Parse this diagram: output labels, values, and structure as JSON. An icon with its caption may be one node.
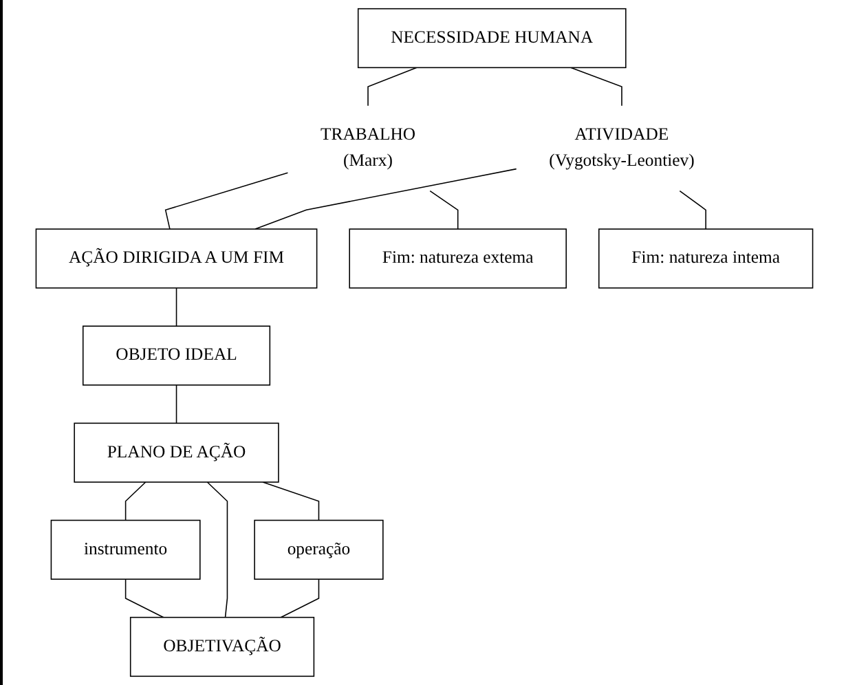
{
  "diagram": {
    "nodes": [
      {
        "text": [
          "NECESSIDADE HUMANA"
        ]
      },
      {
        "text": [
          "TRABALHO",
          "(Marx)"
        ]
      },
      {
        "text": [
          "ATIVIDADE",
          "(Vygotsky-Leontiev)"
        ]
      },
      {
        "text": [
          "AÇÃO DIRIGIDA A UM FIM"
        ]
      },
      {
        "text": [
          "Fim: natureza extema"
        ]
      },
      {
        "text": [
          "Fim: natureza intema"
        ]
      },
      {
        "text": [
          "OBJETO IDEAL"
        ]
      },
      {
        "text": [
          "PLANO DE AÇÃO"
        ]
      },
      {
        "text": [
          "instrumento"
        ]
      },
      {
        "text": [
          "operação"
        ]
      },
      {
        "text": [
          "OBJETIVAÇÃO"
        ]
      }
    ],
    "edges": [
      {
        "from": 0,
        "to": 1,
        "arrow": "none"
      },
      {
        "from": 0,
        "to": 2,
        "arrow": "none"
      },
      {
        "from": 1,
        "to": 3,
        "arrow": "none"
      },
      {
        "from": 2,
        "to": 3,
        "arrow": "none"
      },
      {
        "from": 1,
        "to": 4,
        "arrow": "none"
      },
      {
        "from": 2,
        "to": 5,
        "arrow": "none"
      },
      {
        "from": 3,
        "to": 6,
        "arrow": "none"
      },
      {
        "from": 6,
        "to": 7,
        "arrow": "none"
      },
      {
        "from": 7,
        "to": 8,
        "arrow": "none"
      },
      {
        "from": 7,
        "to": 9,
        "arrow": "none"
      },
      {
        "from": 8,
        "to": 10,
        "arrow": "none"
      },
      {
        "from": 7,
        "to": 10,
        "arrow": "none"
      },
      {
        "from": 9,
        "to": 10,
        "arrow": "none"
      }
    ]
  }
}
